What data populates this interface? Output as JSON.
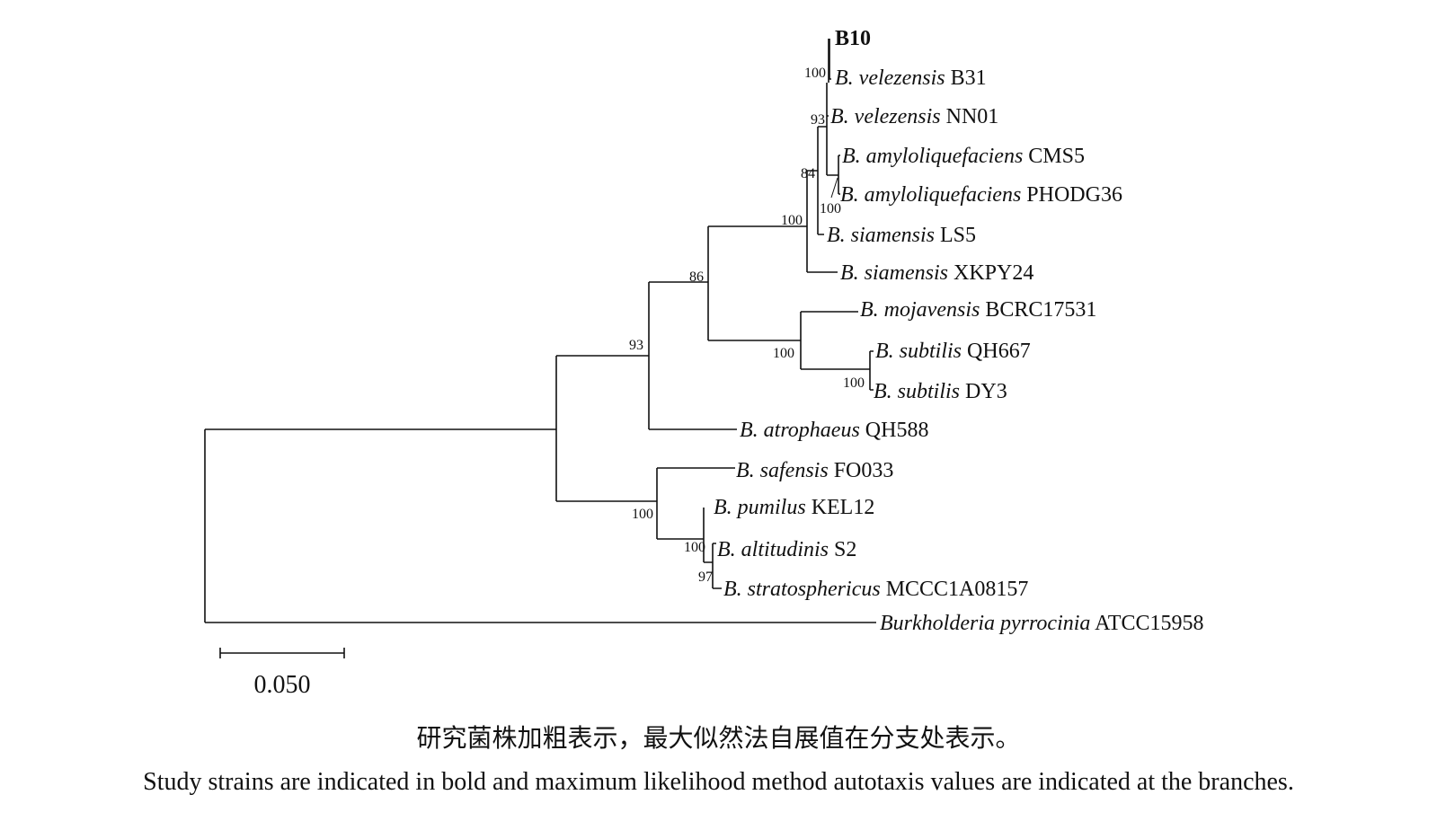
{
  "tree": {
    "leaves": [
      {
        "genus": "",
        "species": "",
        "strain": "B10",
        "bold": true
      },
      {
        "genus": "B.",
        "species": "velezensis",
        "strain": "B31"
      },
      {
        "genus": "B.",
        "species": "velezensis",
        "strain": "NN01"
      },
      {
        "genus": "B.",
        "species": "amyloliquefaciens",
        "strain": "CMS5"
      },
      {
        "genus": "B.",
        "species": "amyloliquefaciens",
        "strain": "PHODG36"
      },
      {
        "genus": "B.",
        "species": "siamensis",
        "strain": "LS5"
      },
      {
        "genus": "B.",
        "species": "siamensis",
        "strain": "XKPY24"
      },
      {
        "genus": "B.",
        "species": "mojavensis",
        "strain": "BCRC17531"
      },
      {
        "genus": "B.",
        "species": "subtilis",
        "strain": "QH667"
      },
      {
        "genus": "B.",
        "species": "subtilis",
        "strain": "DY3"
      },
      {
        "genus": "B.",
        "species": "atrophaeus",
        "strain": "QH588"
      },
      {
        "genus": "B.",
        "species": "safensis",
        "strain": "FO033"
      },
      {
        "genus": "B.",
        "species": "pumilus",
        "strain": "KEL12"
      },
      {
        "genus": "B.",
        "species": "altitudinis",
        "strain": "S2"
      },
      {
        "genus": "B.",
        "species": "stratosphericus",
        "strain": "MCCC1A08157"
      },
      {
        "genus": "Burkholderia",
        "species": "pyrrocinia",
        "strain": "ATCC15958"
      }
    ],
    "bootstrap": [
      "100",
      "93",
      "100",
      "84",
      "100",
      "86",
      "100",
      "100",
      "93",
      "100",
      "100",
      "97"
    ],
    "scale_label": "0.050"
  },
  "caption": {
    "chinese": "研究菌株加粗表示，最大似然法自展值在分支处表示。",
    "english": "Study strains are indicated in bold and maximum likelihood method autotaxis values are indicated at the branches."
  }
}
